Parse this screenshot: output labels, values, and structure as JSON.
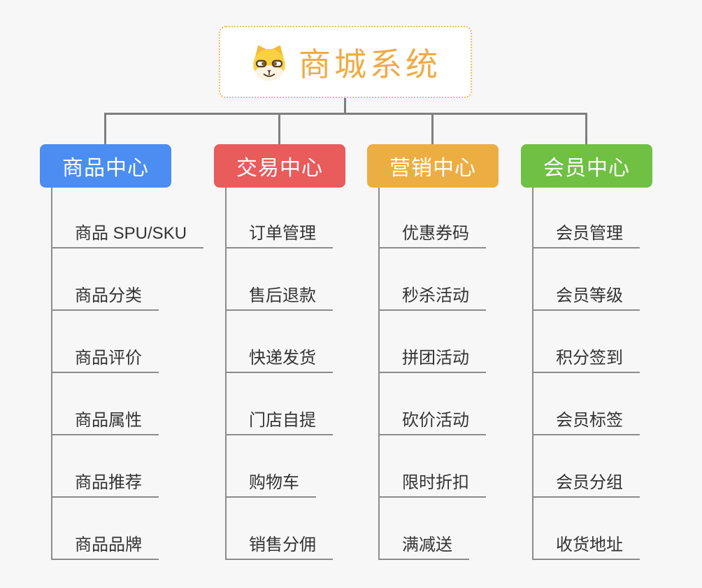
{
  "root": {
    "title": "商城系统",
    "icon": "doge-icon"
  },
  "colors": {
    "background": "#f7f7f8",
    "root_border": "#f2b95e",
    "title": "#f0ab44",
    "connector": "#7f7f7f",
    "item_line": "#8c8c8c",
    "item_text": "#333333"
  },
  "branches": [
    {
      "label": "商品中心",
      "color": "#4b8df0",
      "items": [
        "商品 SPU/SKU",
        "商品分类",
        "商品评价",
        "商品属性",
        "商品推荐",
        "商品品牌"
      ]
    },
    {
      "label": "交易中心",
      "color": "#e85c5c",
      "items": [
        "订单管理",
        "售后退款",
        "快递发货",
        "门店自提",
        "购物车",
        "销售分佣"
      ]
    },
    {
      "label": "营销中心",
      "color": "#ecae43",
      "items": [
        "优惠券码",
        "秒杀活动",
        "拼团活动",
        "砍价活动",
        "限时折扣",
        "满减送"
      ]
    },
    {
      "label": "会员中心",
      "color": "#70c043",
      "items": [
        "会员管理",
        "会员等级",
        "积分签到",
        "会员标签",
        "会员分组",
        "收货地址"
      ]
    }
  ]
}
